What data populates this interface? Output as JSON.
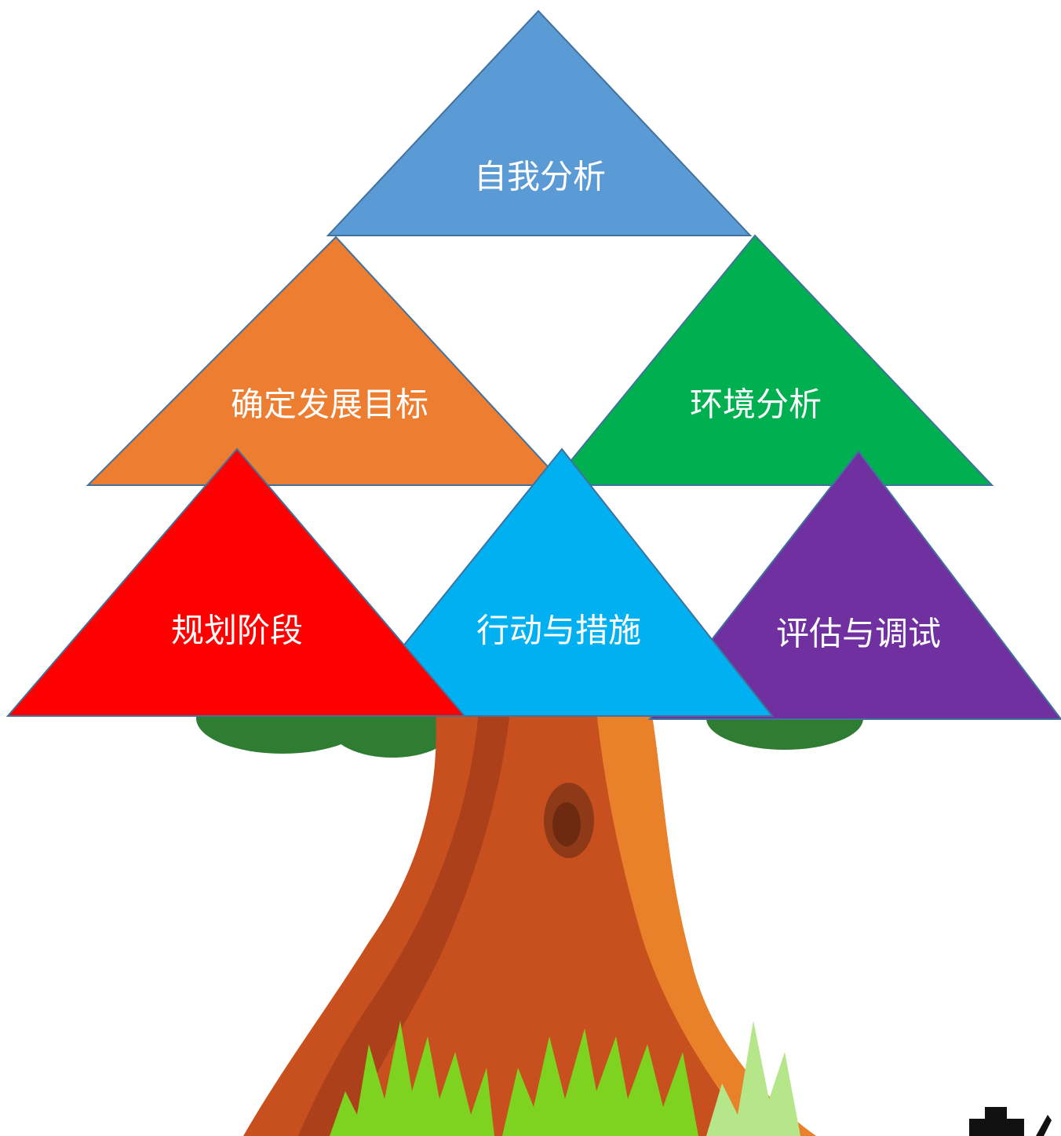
{
  "diagram": {
    "nodes": [
      {
        "id": "self-analysis",
        "label": "自我分析",
        "color": "#5B9BD5"
      },
      {
        "id": "set-goals",
        "label": "确定发展目标",
        "color": "#ED7D31"
      },
      {
        "id": "environment-analysis",
        "label": "环境分析",
        "color": "#00B050"
      },
      {
        "id": "planning-stage",
        "label": "规划阶段",
        "color": "#FF0000"
      },
      {
        "id": "actions-measures",
        "label": "行动与措施",
        "color": "#00B0F0"
      },
      {
        "id": "evaluate-adjust",
        "label": "评估与调试",
        "color": "#7030A0"
      }
    ]
  },
  "illustration": {
    "trunk_color": "#C8501E",
    "trunk_highlight": "#EE8A2E",
    "foliage_color": "#2E7D32",
    "grass_color": "#7ED321"
  }
}
